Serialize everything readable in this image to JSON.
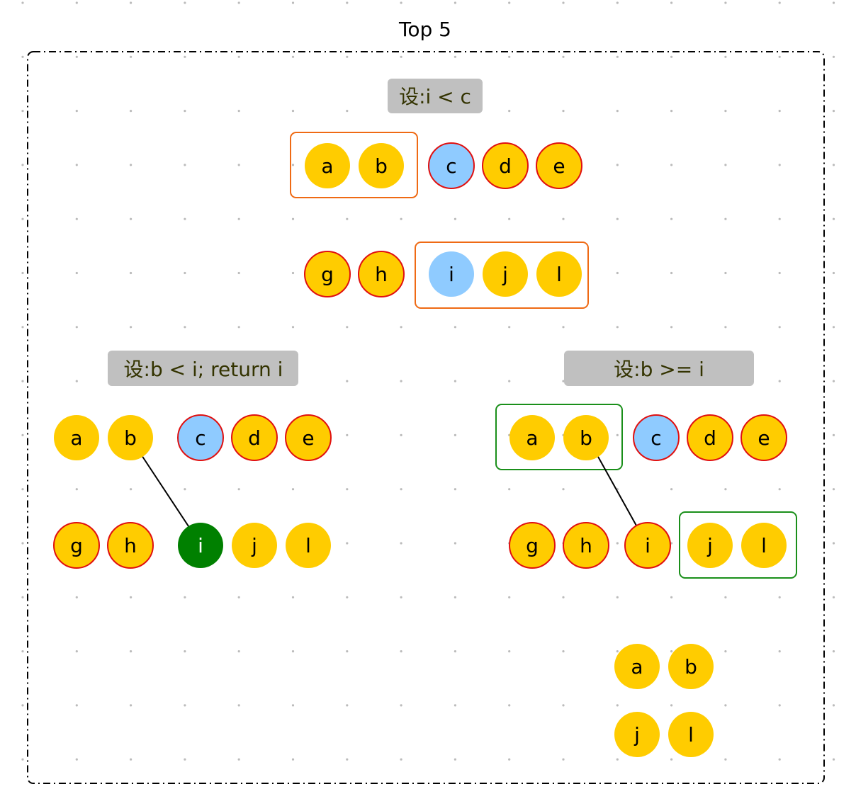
{
  "title": "Top 5",
  "colors": {
    "yellow": "#ffcc00",
    "blue": "#8fcbff",
    "green": "#008000",
    "red_border": "#e01010",
    "orange_box": "#ef6a14",
    "green_box": "#1a8f1a",
    "tag_fill": "#c0c0c0",
    "tag_text": "#333300",
    "frame": "#000000",
    "grid_dot": "#bbbbbb"
  },
  "tags": {
    "top": "设:i < c",
    "left": "设:b < i;  return i",
    "right": "设:b >= i"
  },
  "top_rows": {
    "row1": [
      "a",
      "b",
      "c",
      "d",
      "e"
    ],
    "row2": [
      "g",
      "h",
      "i",
      "j",
      "l"
    ]
  },
  "left_rows": {
    "row1": [
      "a",
      "b",
      "c",
      "d",
      "e"
    ],
    "row2": [
      "g",
      "h",
      "i",
      "j",
      "l"
    ]
  },
  "right_rows": {
    "row1": [
      "a",
      "b",
      "c",
      "d",
      "e"
    ],
    "row2": [
      "g",
      "h",
      "i",
      "j",
      "l"
    ]
  },
  "result_rows": {
    "row1": [
      "a",
      "b"
    ],
    "row2": [
      "j",
      "l"
    ]
  }
}
